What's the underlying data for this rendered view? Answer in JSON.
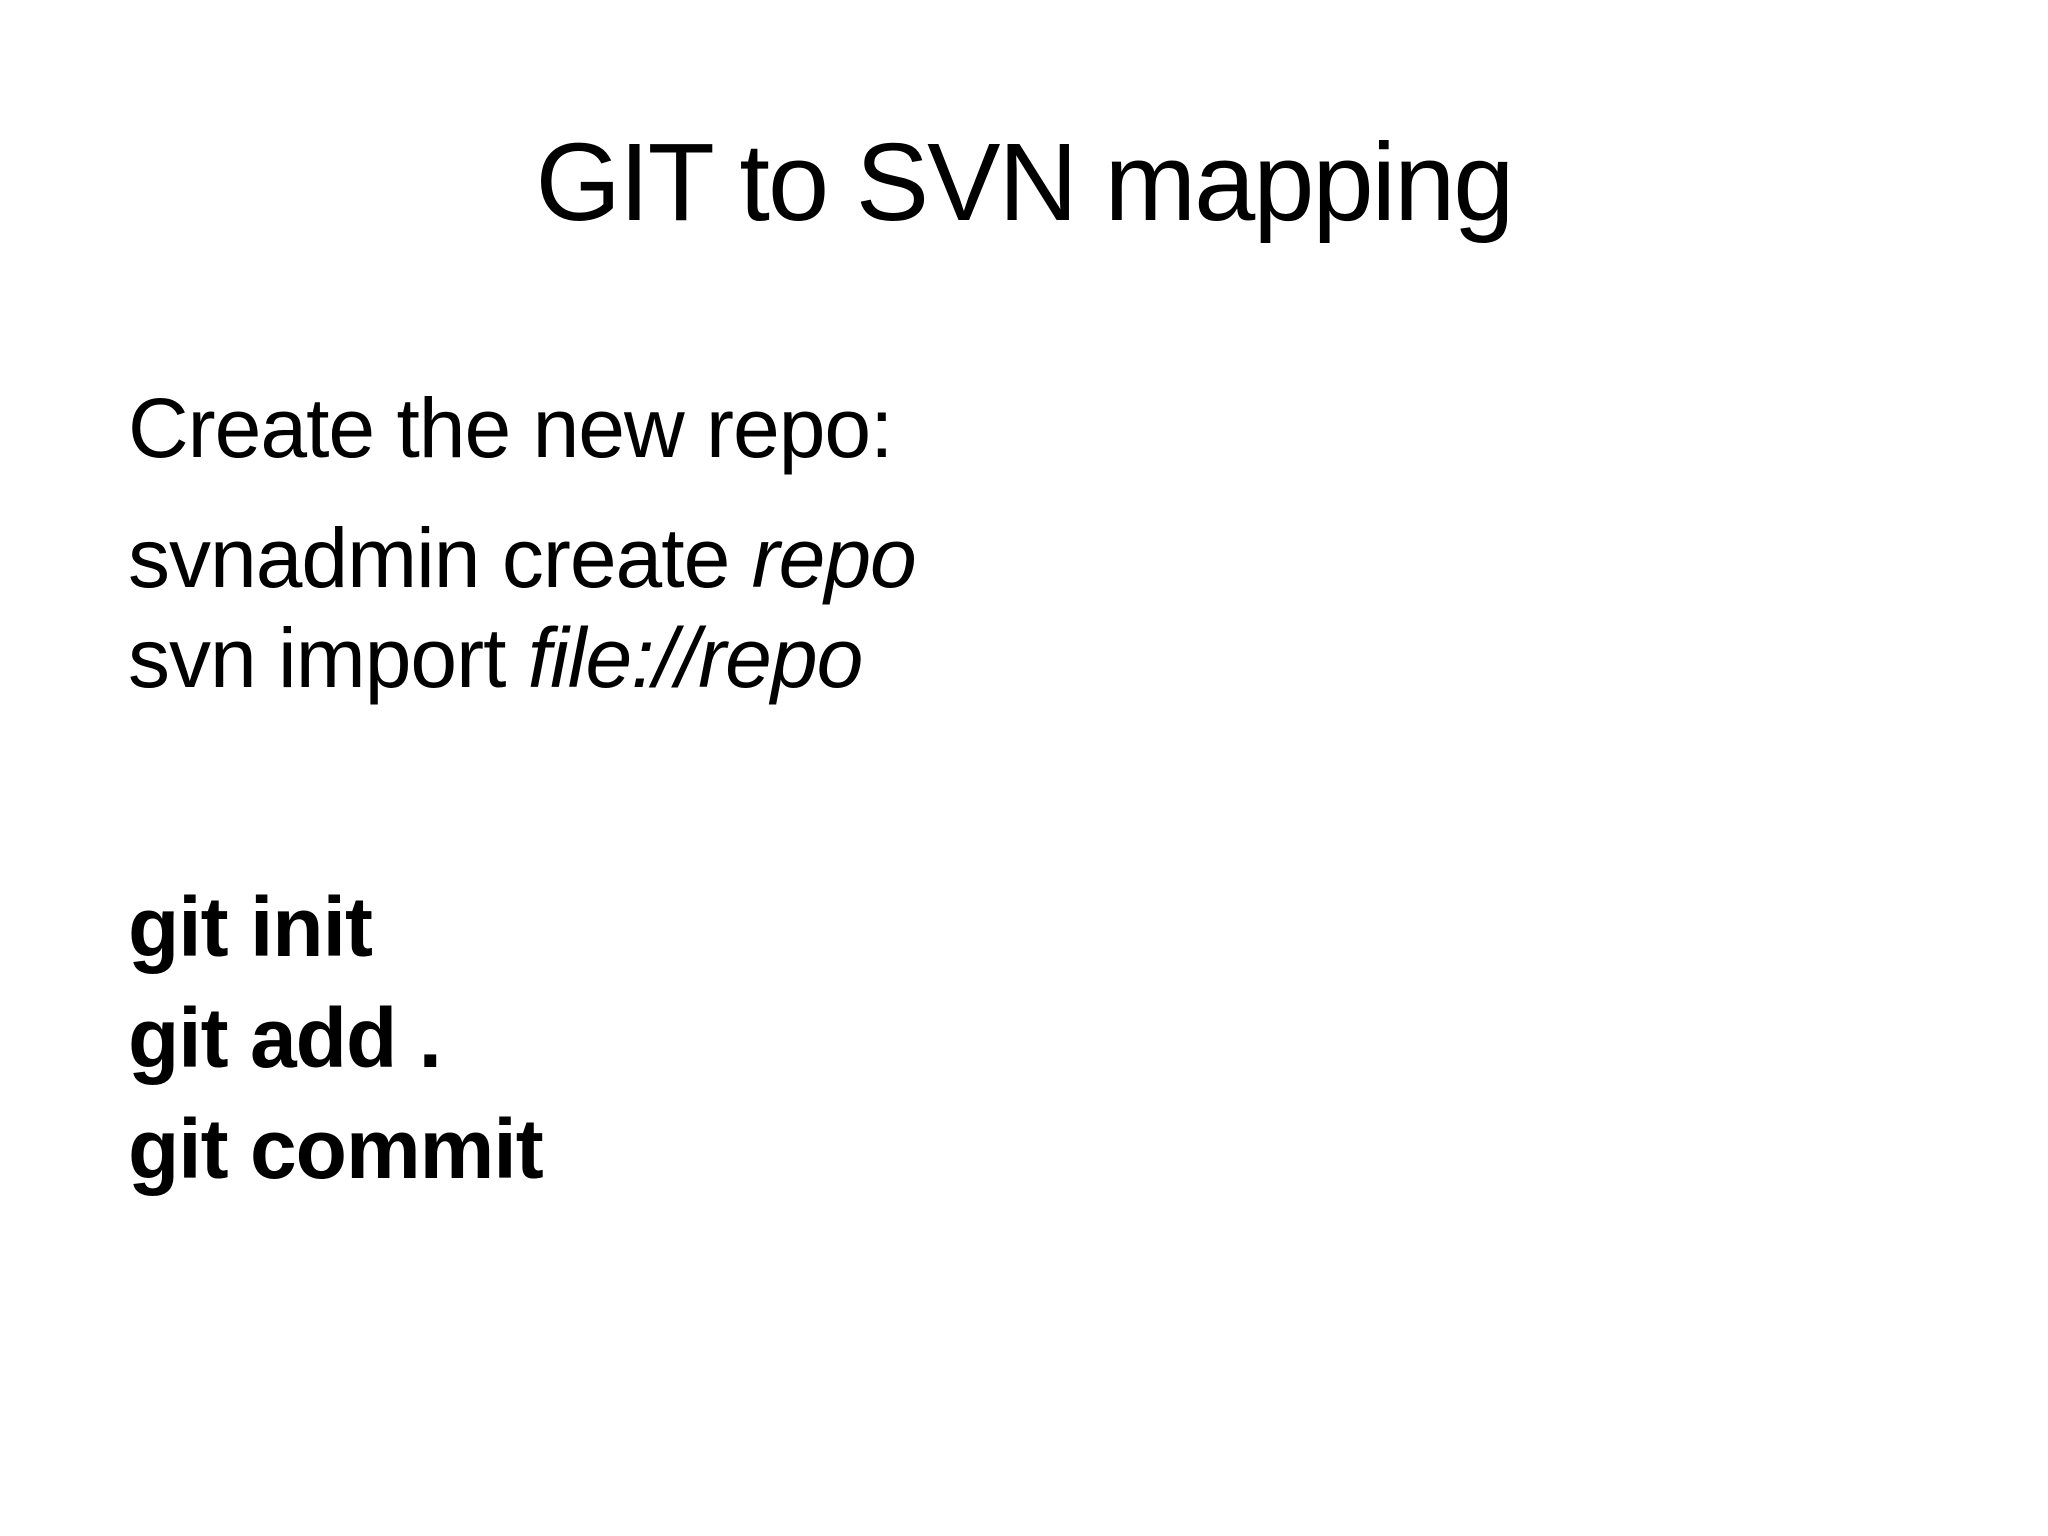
{
  "slide": {
    "title": "GIT to SVN mapping",
    "intro": "Create the new repo:",
    "svn_commands": [
      {
        "prefix": "svnadmin create ",
        "arg": "repo"
      },
      {
        "prefix": "svn import ",
        "arg": "file://repo"
      }
    ],
    "git_commands": [
      "git init",
      "git add .",
      "git commit"
    ],
    "colors": {
      "background": "#ffffff",
      "text": "#000000"
    }
  }
}
